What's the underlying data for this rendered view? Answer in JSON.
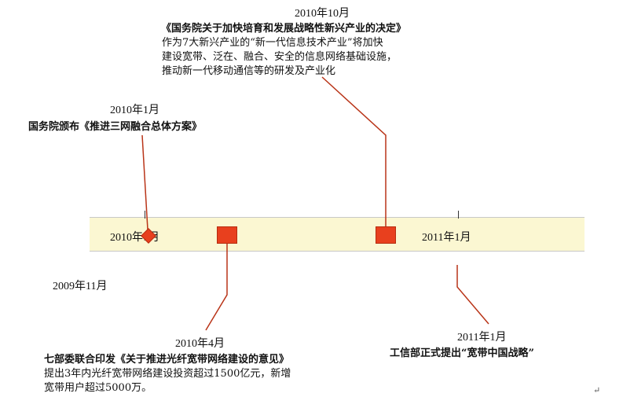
{
  "colors": {
    "accent": "#e8401e",
    "line": "#b93418",
    "bar": "#fbf7d2"
  },
  "timeline": {
    "start_label": "2010年1月",
    "end_label": "2011年1月",
    "left_label": "2009年11月"
  },
  "events": {
    "oct2010": {
      "date": "2010年10月",
      "lines": [
        "《国务院关于加快培育和发展战略性新兴产业的决定》",
        "作为7大新兴产业的“新一代信息技术产业”将加快",
        "建设宽带、泛在、融合、安全的信息网络基础设施，",
        "推动新一代移动通信等的研发及产业化"
      ]
    },
    "jan2010": {
      "date": "2010年1月",
      "lines": [
        "国务院颁布《推进三网融合总体方案》"
      ]
    },
    "apr2010": {
      "date": "2010年4月",
      "lines": [
        "七部委联合印发《关于推进光纤宽带网络建设的意见》",
        "提出3年内光纤宽带网络建设投资超过1500亿元，新增",
        "宽带用户超过5000万。"
      ]
    },
    "jan2011": {
      "date": "2011年1月",
      "lines": [
        "工信部正式提出“宽带中国战略”"
      ]
    }
  },
  "misc": {
    "return_mark": "↵"
  }
}
